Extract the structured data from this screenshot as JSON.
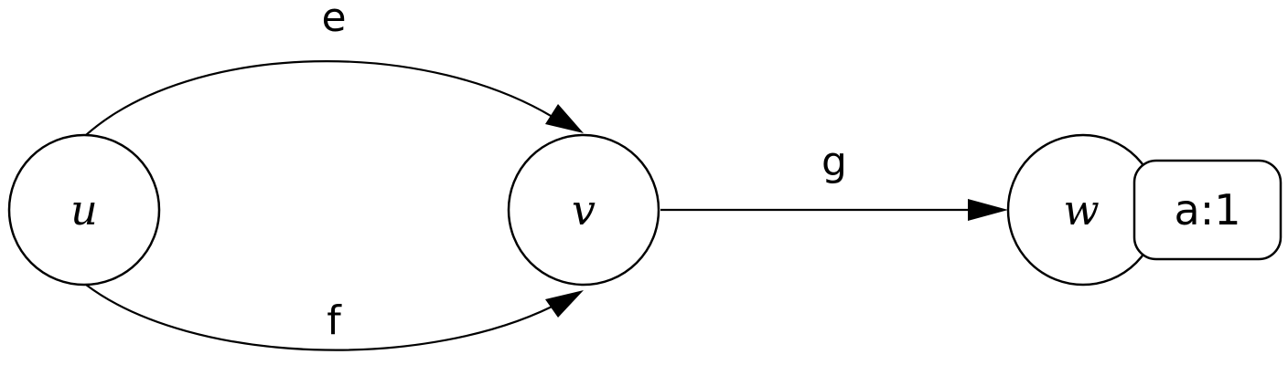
{
  "nodes": {
    "u": {
      "label": "u"
    },
    "v": {
      "label": "v"
    },
    "w": {
      "label": "w",
      "tag": "a:1"
    }
  },
  "edges": [
    {
      "from": "u",
      "to": "v",
      "label": "e"
    },
    {
      "from": "u",
      "to": "v",
      "label": "f"
    },
    {
      "from": "v",
      "to": "w",
      "label": "g"
    }
  ]
}
